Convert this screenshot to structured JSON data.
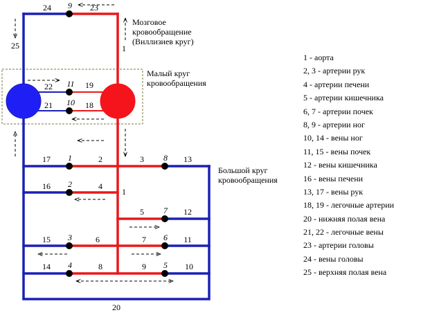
{
  "colors": {
    "artery": "#e8191c",
    "vein": "#1b21b5",
    "junction": "#000000",
    "arrow": "#000000",
    "frame": "#7a7a3a"
  },
  "regions": {
    "brain": [
      "Мозговое",
      "кровообращение",
      "(Виллизиев круг)"
    ],
    "pulmonary": [
      "Малый круг",
      "кровообращения"
    ],
    "systemic": [
      "Большой круг",
      "кровообращения"
    ]
  },
  "line_labels": {
    "aorta_top": "1",
    "aorta_mid": "1",
    "l2": "2",
    "l3": "3",
    "l4": "4",
    "l5": "5",
    "l6": "6",
    "l7": "7",
    "l8": "8",
    "l9": "9",
    "l10": "10",
    "l11": "11",
    "l12": "12",
    "l13": "13",
    "l14": "14",
    "l15": "15",
    "l16": "16",
    "l17": "17",
    "l18": "18",
    "l19": "19",
    "l20": "20",
    "l21": "21",
    "l22": "22",
    "l23": "23",
    "l24": "24",
    "l25": "25"
  },
  "nodes": {
    "n1": "1",
    "n2": "2",
    "n3": "3",
    "n4": "4",
    "n5": "5",
    "n6": "6",
    "n7": "7",
    "n8": "8",
    "n9": "9",
    "n10": "10",
    "n11": "11"
  },
  "legend": [
    "1 - аорта",
    "2, 3 - артерии рук",
    "4 - артерии печени",
    "5 - артерии кишечника",
    "6, 7 - артерии почек",
    "8, 9 - артерии ног",
    "10, 14 - вены ног",
    "11, 15 - вены почек",
    "12 - вены кишечника",
    "16 - вены печени",
    "13, 17 - вены рук",
    "18, 19 - легочные артерии",
    "20 - нижняя полая вена",
    "21, 22 - легочные вены",
    "23 - артерии головы",
    "24 - вены головы",
    "25 - верхняя полая вена"
  ]
}
